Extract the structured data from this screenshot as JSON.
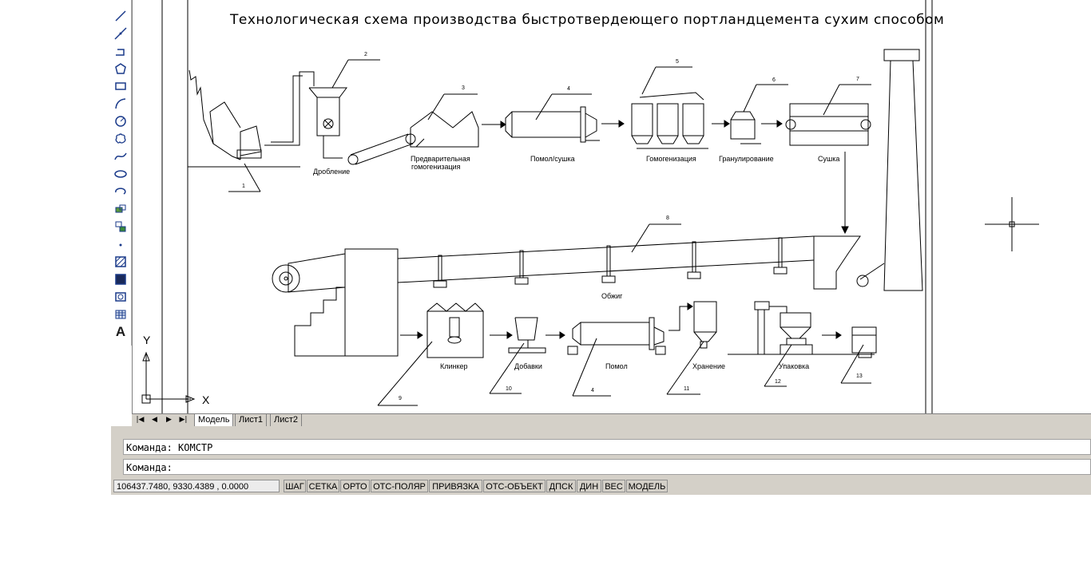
{
  "drawing": {
    "title": "Технологическая схема производства быстротвердеющего портландцемента сухим способом",
    "labels": {
      "crushing": "Дробление",
      "prehomog_1": "Предварительная",
      "prehomog_2": "гомогенизация",
      "grind_dry": "Помол/сушка",
      "homogenization": "Гомогенизация",
      "granulation": "Гранулирование",
      "drying": "Сушка",
      "firing": "Обжиг",
      "clinker": "Клинкер",
      "additives": "Добавки",
      "grinding": "Помол",
      "storage": "Хранение",
      "packing": "Упаковка"
    },
    "numbers": {
      "n1": "1",
      "n2": "2",
      "n3": "3",
      "n4": "4",
      "n5": "5",
      "n6": "6",
      "n7": "7",
      "n8": "8",
      "n9": "9",
      "n10": "10",
      "n4b": "4",
      "n11": "11",
      "n12": "12",
      "n13": "13"
    },
    "ucs": {
      "y": "Y",
      "x": "X"
    }
  },
  "toolbar": {
    "tools": [
      "line-icon",
      "construction-line-icon",
      "polyline-icon",
      "polygon-icon",
      "rectangle-icon",
      "arc-icon",
      "circle-icon",
      "revision-cloud-icon",
      "spline-icon",
      "ellipse-icon",
      "ellipse-arc-icon",
      "insert-block-icon",
      "make-block-icon",
      "point-icon",
      "hatch-icon",
      "gradient-icon",
      "region-icon",
      "table-icon"
    ],
    "text_tool": "A"
  },
  "tabs": {
    "nav": [
      "|◀",
      "◀",
      "▶",
      "▶|"
    ],
    "model": "Модель",
    "sheet1": "Лист1",
    "sheet2": "Лист2",
    "active": "Модель"
  },
  "command": {
    "history": "Команда: КОМСТР",
    "prompt": "Команда:"
  },
  "status": {
    "coords": "106437.7480, 9330.4389 , 0.0000",
    "buttons": [
      "ШАГ",
      "СЕТКА",
      "ОРТО",
      "ОТС-ПОЛЯР",
      "ПРИВЯЗКА",
      "ОТС-ОБЪЕКТ",
      "ДПСК",
      "ДИН",
      "ВЕС",
      "МОДЕЛЬ"
    ]
  }
}
